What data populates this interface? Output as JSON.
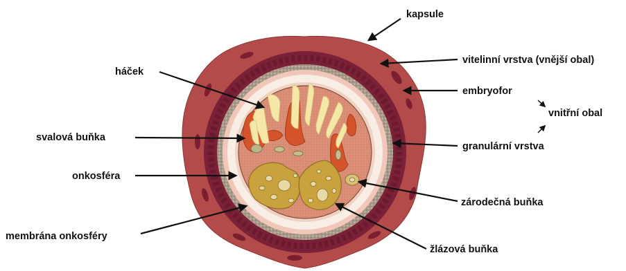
{
  "labels": {
    "kapsule": "kapsule",
    "vitelinni": "vitelinní vrstva (vnější obal)",
    "embryofor": "embryofor",
    "vnitrni": "vnitřní obal",
    "granularni": "granulární vrstva",
    "zarodecna": "zárodečná buňka",
    "zlazova": "žlázová buňka",
    "hacek": "háček",
    "svalova": "svalová buňka",
    "onkosfera": "onkosféra",
    "membrana": "membrána onkosféry"
  },
  "colors": {
    "capsule": "#b34b4b",
    "capsule_spots": "#7a1e30",
    "vitelline": "#7a2138",
    "granular": "#a89888",
    "embryophore": "#f0c7b8",
    "membrane": "#f8eee6",
    "oncosphere": "#d98d75",
    "hooks": "#f4e7a8",
    "muscle": "#d5542c",
    "gland": "#c9a23e",
    "arrow": "#111111"
  }
}
